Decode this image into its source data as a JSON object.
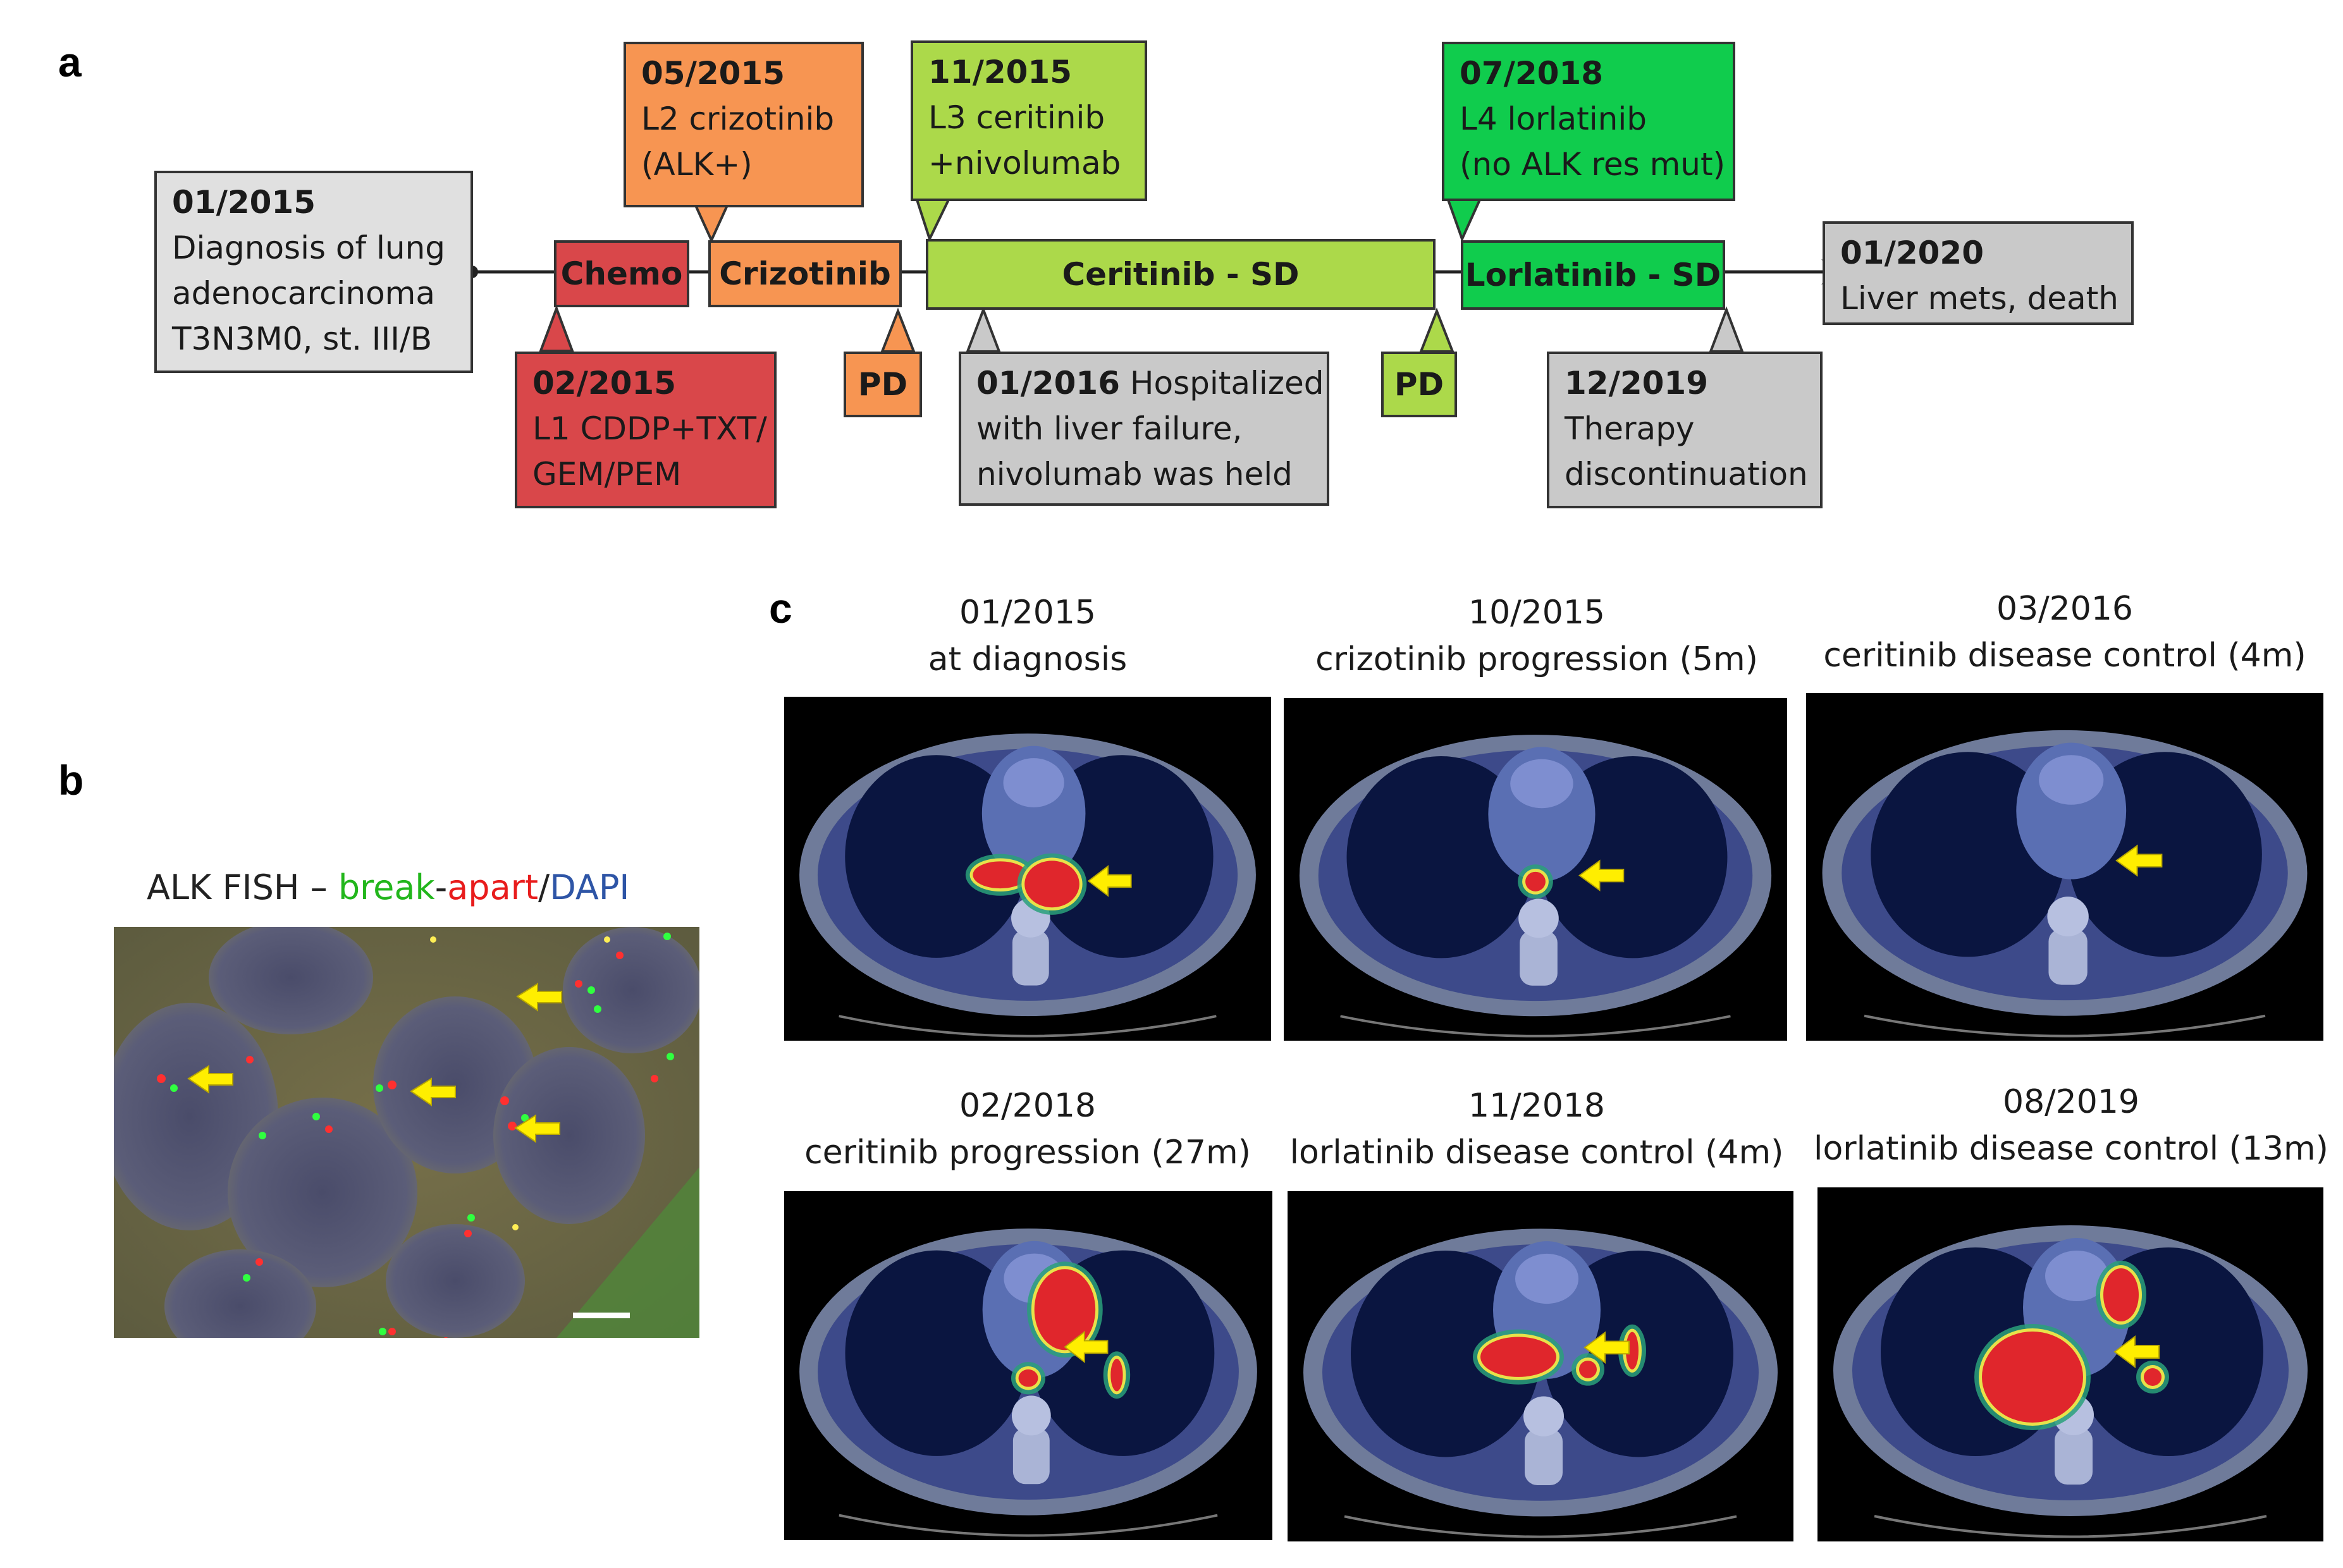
{
  "colors": {
    "chemo": "#d9474a",
    "crizotinib": "#f79552",
    "ceritinib": "#acd94a",
    "lorlatinib": "#10cc4d",
    "neutral": "#c9c9c9",
    "neutral_light": "#e0e0e0",
    "fish_green": "#22b61c",
    "fish_red": "#e81c1c",
    "fish_blue": "#2e55a6",
    "arrow_yellow": "#ffee00"
  },
  "panels": {
    "a": "a",
    "b": "b",
    "c": "c"
  },
  "timeline": {
    "diagnosis": {
      "date": "01/2015",
      "lines": [
        "Diagnosis of lung",
        "adenocarcinoma",
        "T3N3M0, st. III/B"
      ]
    },
    "l1": {
      "date": "02/2015",
      "lines": [
        "L1 CDDP+TXT/",
        "GEM/PEM"
      ]
    },
    "l2": {
      "date": "05/2015",
      "lines": [
        "L2 crizotinib",
        "(ALK+)"
      ]
    },
    "l3": {
      "date": "11/2015",
      "lines": [
        "L3 ceritinib",
        "+nivolumab"
      ]
    },
    "hosp": {
      "date": "01/2016",
      "first_rest": " Hospitalized",
      "lines": [
        "with liver failure,",
        "nivolumab was held"
      ]
    },
    "l4": {
      "date": "07/2018",
      "lines": [
        "L4 lorlatinib",
        "(no ALK res mut)"
      ]
    },
    "disc": {
      "date": "12/2019",
      "lines": [
        "Therapy",
        "discontinuation"
      ]
    },
    "death": {
      "date": "01/2020",
      "lines": [
        "Liver mets, death"
      ]
    },
    "bars": {
      "chemo": "Chemo",
      "crizotinib": "Crizotinib",
      "ceritinib": "Ceritinib - SD",
      "lorlatinib": "Lorlatinib - SD"
    },
    "pd1": "PD",
    "pd2": "PD"
  },
  "fish": {
    "title_prefix": "ALK FISH – ",
    "break": "break",
    "dash": "-",
    "apart": "apart",
    "slash": "/",
    "dapi": "DAPI"
  },
  "scans": [
    {
      "date": "01/2015",
      "caption": "at diagnosis",
      "uptake": "high"
    },
    {
      "date": "10/2015",
      "caption": "crizotinib progression (5m)",
      "uptake": "medium"
    },
    {
      "date": "03/2016",
      "caption": "ceritinib disease control (4m)",
      "uptake": "none"
    },
    {
      "date": "02/2018",
      "caption": "ceritinib progression (27m)",
      "uptake": "high"
    },
    {
      "date": "11/2018",
      "caption": "lorlatinib disease control (4m)",
      "uptake": "high"
    },
    {
      "date": "08/2019",
      "caption": "lorlatinib disease control (13m)",
      "uptake": "high"
    }
  ]
}
